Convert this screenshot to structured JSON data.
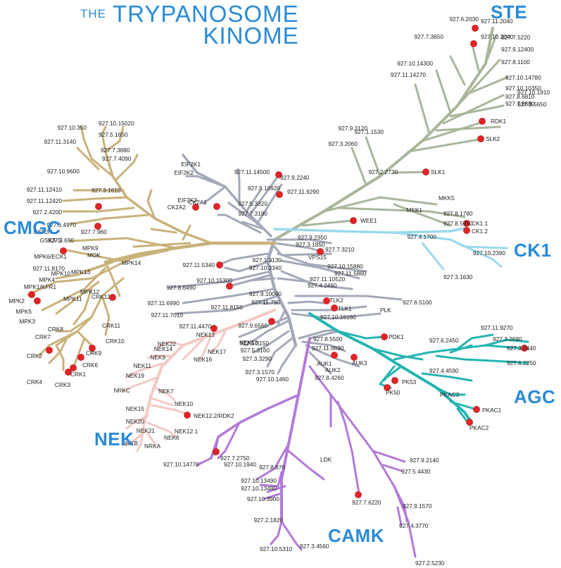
{
  "title": {
    "prefix": "THE",
    "line1": "TRYPANOSOME",
    "line2": "KINOME"
  },
  "groups": {
    "STE": "STE",
    "CMGC": "CMGC",
    "CK1": "CK1",
    "AGC": "AGC",
    "NEK": "NEK",
    "CAMK": "CAMK"
  },
  "colors": {
    "STE": "#a8b69a",
    "CMGC": "#c9b27a",
    "CK1": "#9ad9ef",
    "AGC": "#25b5b2",
    "NEK": "#f3c9c4",
    "CAMK": "#b27ad8",
    "core": "#a3a9b8",
    "dot": "#e02427",
    "title": "#2a8ad6"
  },
  "labels": {
    "ste": [
      "927.6.2030",
      "927.11.2040",
      "927.10.2040",
      "927.7.3650",
      "927.7.5220",
      "927.9.12400",
      "927.8.1100",
      "927.10.14300",
      "927.11.14270",
      "927.10.14780",
      "927.10.10350",
      "927.8.6810",
      "927.10.1910",
      "927.7.6680",
      "927.3.5650",
      "RDK1",
      "SLK2",
      "927.9.3120",
      "927.1.1530",
      "927.3.2060",
      "927.2.2720",
      "SLK1",
      "MKK5",
      "MKK1",
      "927.8.1780",
      "CK1.1",
      "927.8.5950",
      "CK1.2",
      "WEE1"
    ],
    "ck1": [
      "927.4.1700",
      "927.10.2390",
      "927.3.1630"
    ],
    "core": [
      "EIF2K1",
      "EIF2K2",
      "EIF2K3",
      "927.11.14500",
      "927.9.2240",
      "927.9.10920",
      "927.11.9290",
      "927.5.3320",
      "927.7.3190",
      "CK2A1",
      "CK2A2",
      "927.9.2350",
      "927.3.1850",
      "927.7.3210",
      "VPS15",
      "927.10.15880",
      "927.11.5860",
      "927.11.10520",
      "927.4.2460",
      "927.1.3130",
      "927.10.3340",
      "927.11.5340",
      "927.10.15300",
      "927.8.6490",
      "927.9.10040",
      "927.11.790",
      "927.11.6990",
      "927.11.7010",
      "927.11.8150",
      "TLK2",
      "TLK1",
      "927.10.16160",
      "PLK",
      "927.6.5100",
      "927.9.6560",
      "927.11.4470",
      "NEK13"
    ],
    "cmgc": [
      "927.10.350",
      "927.10.15020",
      "927.5.1650",
      "927.11.3140",
      "927.7.3880",
      "927.7.4090",
      "927.10.9600",
      "927.11.12410",
      "927.3.1610",
      "927.11.12420",
      "927.2.4200",
      "927.6.4970",
      "927.7.960",
      "927.3.690",
      "GSK3-L",
      "GSK3-S",
      "MPK9",
      "MOK",
      "MPK6/ECK1",
      "927.11.8170",
      "MPK14",
      "MPK10",
      "MPK13",
      "MPK4",
      "MPK1/KFR1",
      "MPK2",
      "MPK11",
      "MPK5",
      "MPK12",
      "MPK3",
      "CRK12",
      "CRK8",
      "CRK11",
      "CRK7",
      "CRK10",
      "CRK9",
      "CRK2",
      "CRK6",
      "CRK1",
      "CRK4",
      "CRK3"
    ],
    "nek": [
      "NEK22",
      "NEK14",
      "NEK9",
      "NEK18",
      "NEK17",
      "NEK11",
      "NEK16",
      "NEK19",
      "NEK7",
      "NRKC",
      "NEK10",
      "NEK15",
      "NEK20",
      "NEK12.2/RDK2",
      "NEK21",
      "NEK12.1",
      "NEK6",
      "NRKB",
      "NRKA"
    ],
    "mid": [
      "927.5.3150",
      "927.5.3160",
      "927.3.3290",
      "927.3.1570",
      "927.10.1460",
      "927.8.5500",
      "927.11.6690",
      "AUK1",
      "AUK3",
      "AUK2",
      "927.8.4260"
    ],
    "agc": [
      "PDK1",
      "927.11.9270",
      "927.3.2690",
      "927.6.2450",
      "927.3.2440",
      "927.6.2250",
      "927.4.4590",
      "PK53",
      "PK50",
      "PKAC3",
      "PKAC1",
      "PKAC2"
    ],
    "camk": [
      "927.7.2750",
      "927.10.14770",
      "927.10.1940",
      "927.8.870",
      "927.10.13490",
      "927.10.13480",
      "927.10.3900",
      "927.2.1820",
      "LDK",
      "927.9.2140",
      "927.5.4430",
      "927.7.6220",
      "927.9.1570",
      "927.4.3770",
      "927.10.5310",
      "927.3.4560",
      "927.2.5230"
    ]
  }
}
